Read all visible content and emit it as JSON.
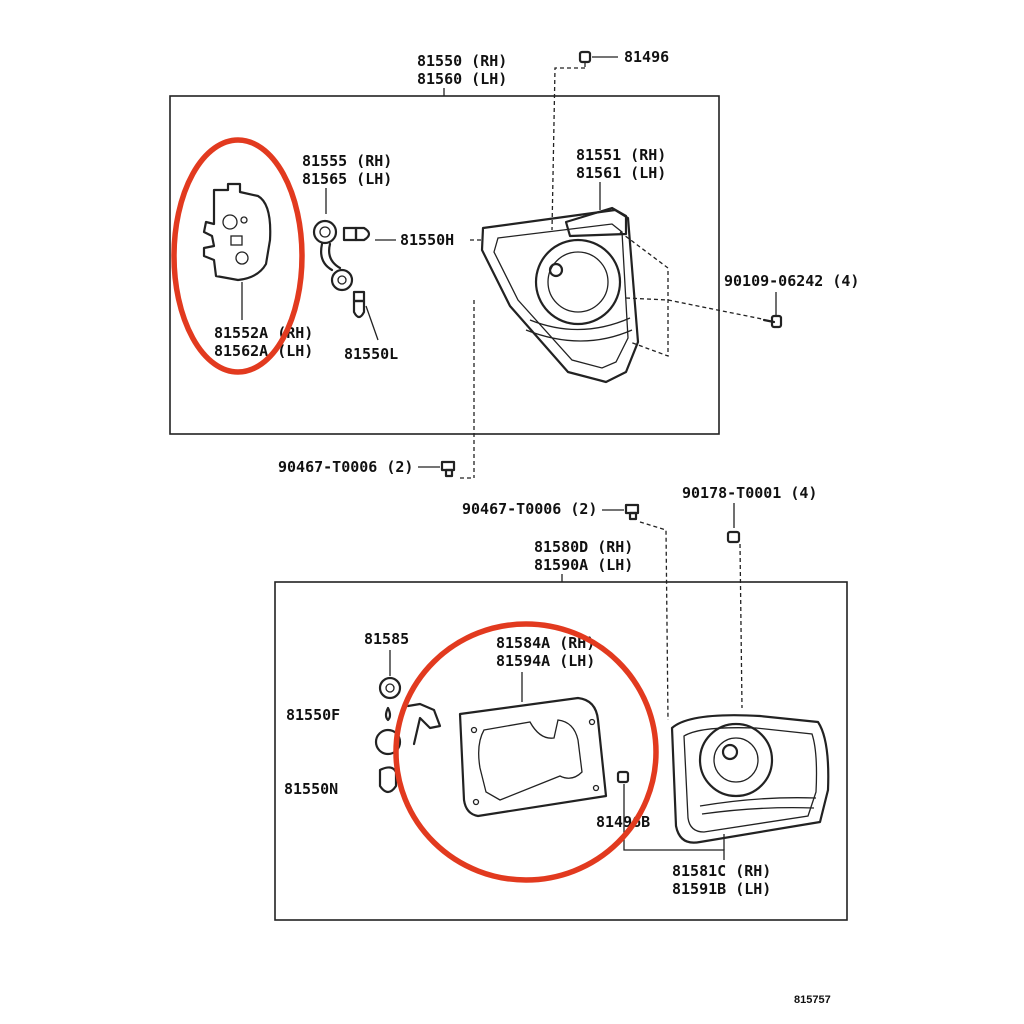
{
  "colors": {
    "highlight": "#e23a1f",
    "line": "#222222"
  },
  "upper_group": {
    "assembly": {
      "rh": "81550 (RH)",
      "lh": "81560 (LH)"
    },
    "screw_top": "81496",
    "lens": {
      "rh": "81551 (RH)",
      "lh": "81561 (LH)"
    },
    "socket": {
      "rh": "81555 (RH)",
      "lh": "81565 (LH)"
    },
    "bulb_h": "81550H",
    "bulb_l": "81550L",
    "cover": {
      "rh": "81552A (RH)",
      "lh": "81562A (LH)"
    },
    "screw_side": "90109-06242 (4)",
    "clip": "90467-T0006 (2)"
  },
  "lower_group": {
    "clip": "90467-T0006 (2)",
    "nut": "90178-T0001 (4)",
    "assembly": {
      "rh": "81580D (RH)",
      "lh": "81590A (LH)"
    },
    "socket": "81585",
    "bulb_f": "81550F",
    "bulb_n": "81550N",
    "gasket": {
      "rh": "81584A (RH)",
      "lh": "81594A (LH)"
    },
    "fastener": "81496B",
    "lens": {
      "rh": "81581C (RH)",
      "lh": "81591B (LH)"
    }
  },
  "reference_code": "815757"
}
